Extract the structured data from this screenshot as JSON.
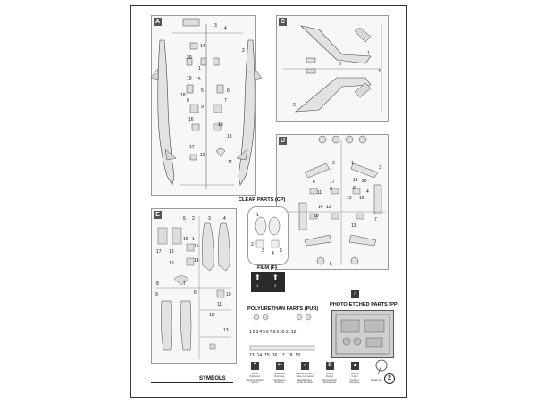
{
  "sprues": {
    "A": {
      "letter": "A",
      "numbers": [
        "3",
        "4",
        "14",
        "2",
        "20",
        "1",
        "5",
        "6",
        "8",
        "7",
        "19",
        "15",
        "9",
        "18",
        "16",
        "10",
        "13",
        "17",
        "12",
        "11"
      ]
    },
    "C": {
      "letter": "C",
      "numbers": [
        "1",
        "2",
        "3",
        "4"
      ]
    },
    "D": {
      "letter": "D",
      "numbers": [
        "2",
        "1",
        "3",
        "6",
        "17",
        "18",
        "20",
        "8",
        "9",
        "4",
        "12",
        "11",
        "14",
        "15",
        "16",
        "10",
        "7",
        "13",
        "5"
      ]
    },
    "E": {
      "letter": "E",
      "numbers": [
        "5",
        "3",
        "4",
        "2",
        "16",
        "1",
        "17",
        "18",
        "15",
        "19",
        "14",
        "8",
        "7",
        "9",
        "6",
        "10",
        "11",
        "12",
        "13"
      ]
    }
  },
  "clear_parts": {
    "title": "CLEAR PARTS (CP)",
    "numbers": [
      "1",
      "2",
      "3",
      "4",
      "5"
    ]
  },
  "film": {
    "title": "FILM (F)",
    "numbers": [
      "1",
      "2"
    ]
  },
  "polyurethan": {
    "title": "POLYURETHAN  PARTS  (PUR)",
    "row1": [
      "1",
      "2",
      "3",
      "4",
      "5",
      "6",
      "7",
      "8",
      "9",
      "10",
      "11",
      "12"
    ],
    "row2": [
      "13",
      "14",
      "15",
      "16",
      "17",
      "18",
      "19"
    ]
  },
  "photo_etched": {
    "title": "PHOTO-ETCHED PARTS  (PP)"
  },
  "symbols": {
    "heading": "SYMBOLS",
    "items": [
      {
        "glyph": "?",
        "text": "Volba\nOptional\nNach Auswahl\nOption"
      },
      {
        "glyph": "✂",
        "text": "Odstranit\nRemove\nEntfernen\nEnlever"
      },
      {
        "glyph": "∕",
        "text": "Lepidlo na kov\nGlue for metal\nMetallkleber\nColle à métal"
      },
      {
        "glyph": "D",
        "text": "Obtisk\nDecal\nAbziehbilder\nDécalques"
      },
      {
        "glyph": "▲",
        "text": "Barva\nColor\nFarben\nPeinture"
      },
      {
        "glyph": "",
        "text": "Close Up"
      }
    ],
    "page_number": "2"
  }
}
